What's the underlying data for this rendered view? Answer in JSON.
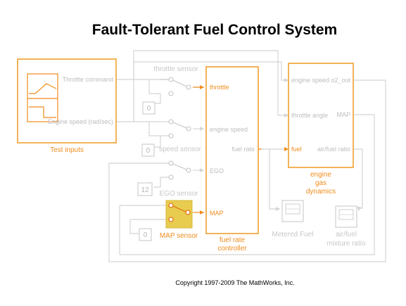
{
  "title": "Fault-Tolerant Fuel Control System",
  "copyright": "Copyright 1997-2009 The MathWorks, Inc.",
  "test_inputs": {
    "name": "Test inputs",
    "port_throttle": "Throttle command",
    "port_engine_speed": "Engine speed (rad/sec)"
  },
  "sensors": {
    "throttle": {
      "name": "throttle sensor",
      "const": "0"
    },
    "speed": {
      "name": "speed sensor",
      "const": "0"
    },
    "ego": {
      "name": "EGO sensor",
      "const": "12"
    },
    "map": {
      "name": "MAP sensor",
      "const": "0"
    }
  },
  "controller": {
    "name_line1": "fuel rate",
    "name_line2": "controller",
    "in_throttle": "throttle",
    "in_engine_speed": "engine speed",
    "in_ego": "EGO",
    "in_map": "MAP",
    "out_fuel_rate": "fuel rate"
  },
  "engine": {
    "name_line1": "engine",
    "name_line2": "gas",
    "name_line3": "dynamics",
    "in_engine_speed": "engine speed",
    "in_throttle_angle": "throttle angle",
    "in_fuel": "fuel",
    "out_o2": "o2_out",
    "out_map": "MAP",
    "out_air_fuel": "air/fuel ratio"
  },
  "scopes": {
    "metered_fuel": "Metered Fuel",
    "air_fuel_line1": "air/fuel",
    "air_fuel_line2": "mixture ratio"
  },
  "colors": {
    "active": "#f08c1c",
    "inactive": "#d4d4d4",
    "highlight_fill": "#e8cc50"
  }
}
